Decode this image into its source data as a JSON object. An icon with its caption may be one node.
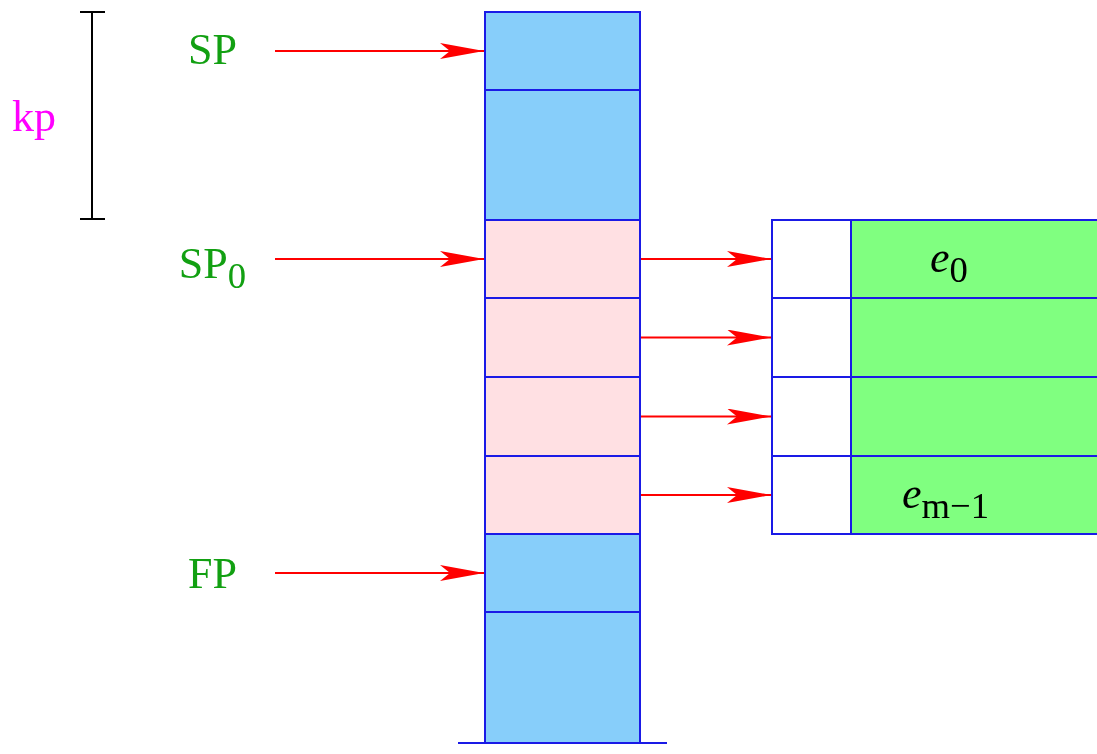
{
  "diagram": {
    "nodes": [
      {
        "text": [
          "SP"
        ]
      },
      {
        "text": [
          "SP$_{0}$"
        ]
      },
      {
        "text": [
          "FP"
        ]
      },
      {
        "text": [],
        "shape": "box"
      },
      {
        "text": [],
        "shape": "box"
      },
      {
        "text": [],
        "shape": "box"
      },
      {
        "text": [],
        "shape": "box"
      },
      {
        "text": [],
        "shape": "box"
      },
      {
        "text": [],
        "shape": "box"
      },
      {
        "text": [],
        "shape": "box"
      },
      {
        "text": [],
        "shape": "box"
      },
      {
        "text": [],
        "shape": "box"
      },
      {
        "text": [],
        "shape": "box"
      },
      {
        "text": [],
        "shape": "box"
      },
      {
        "text": [],
        "shape": "box"
      },
      {
        "text": [
          "*e*$_{0}$"
        ]
      },
      {
        "text": [],
        "shape": "box"
      },
      {
        "text": [],
        "shape": "box"
      },
      {
        "text": [
          "*e*$_{m−1}$"
        ]
      }
    ],
    "edges": [
      {
        "from": 0,
        "to": 3,
        "arrow": "to"
      },
      {
        "from": 1,
        "to": 5,
        "arrow": "to"
      },
      {
        "from": 2,
        "to": 9,
        "arrow": "to"
      },
      {
        "from": 5,
        "to": 11,
        "arrow": "to"
      },
      {
        "from": 6,
        "to": 12,
        "arrow": "to"
      },
      {
        "from": 7,
        "to": 13,
        "arrow": "to"
      },
      {
        "from": 8,
        "to": 14,
        "arrow": "to"
      }
    ],
    "labels": [
      "kp"
    ]
  }
}
